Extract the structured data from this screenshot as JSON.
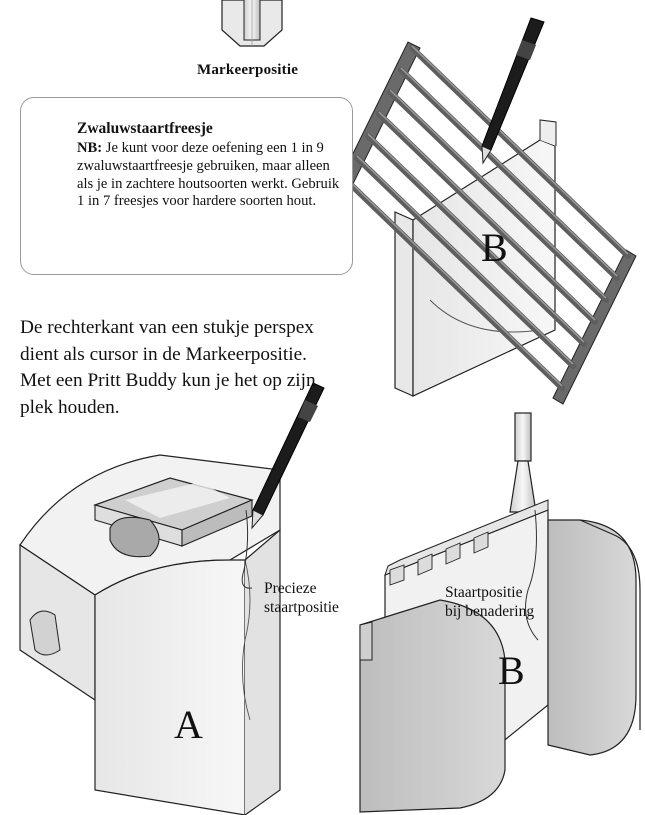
{
  "top_caption": "Markeerpositie",
  "note": {
    "title": "Zwaluwstaartfreesje",
    "nb_label": "NB:",
    "body": " Je kunt voor deze oefening een 1 in 9 zwaluwstaartfreesje gebruiken, maar alleen als je in zachtere houtsoorten werkt. Gebruik 1 in 7 freesjes voor hardere soorten hout."
  },
  "paragraph": "De rechterkant van een stukje perspex dient als cursor in de Markeerpositie. Met een Pritt Buddy kun je het op zijn plek houden.",
  "labels": {
    "top_right_part": "B",
    "bottom_left_part": "A",
    "bottom_right_part": "B",
    "precise_tail_line1": "Precieze",
    "precise_tail_line2": "staartpositie",
    "approx_tail_line1": "Staartpositie",
    "approx_tail_line2": "bij benadering"
  },
  "colors": {
    "outline": "#222222",
    "light_fill": "#f4f4f4",
    "mid_fill": "#d9d9d9",
    "dark_fill": "#b9b9b9",
    "rail": "#6a6a6a",
    "box_border": "#9a9a9a"
  },
  "icons": [
    "dovetail-bit-icon",
    "pen-icon"
  ]
}
